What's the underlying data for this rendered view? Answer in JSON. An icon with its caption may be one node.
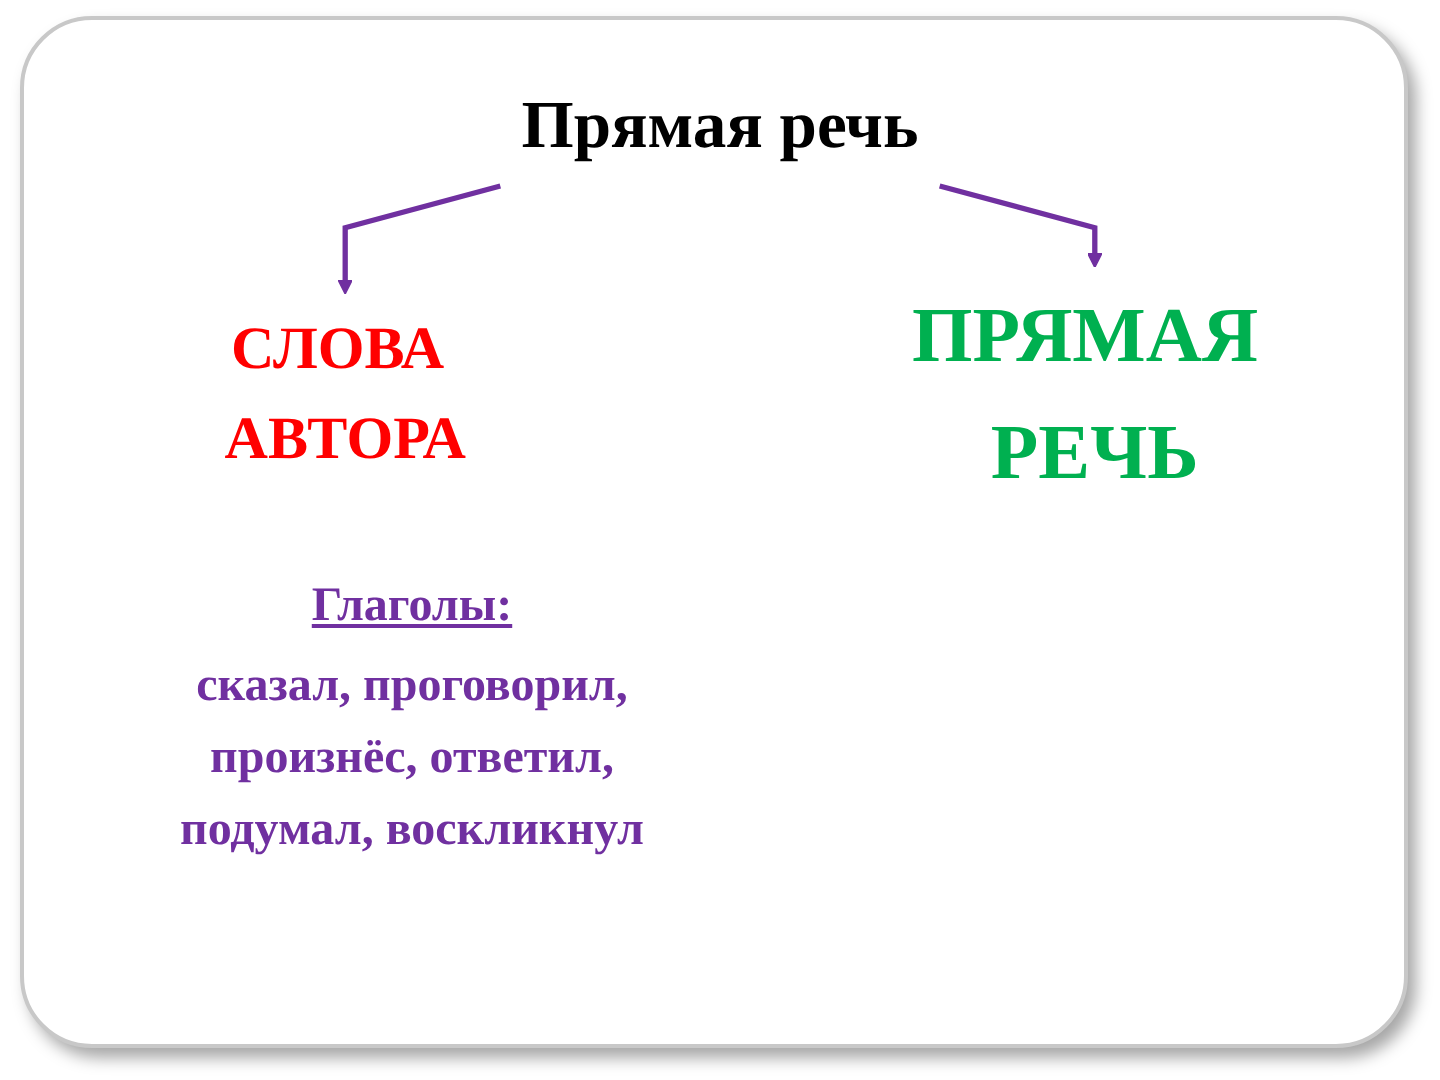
{
  "diagram": {
    "nodes": [
      {
        "text": [
          "Прямая речь"
        ]
      },
      {
        "text": [
          "СЛОВА АВТОРА"
        ]
      },
      {
        "text": [
          "ПРЯМАЯ РЕЧЬ"
        ]
      }
    ],
    "edges": [
      {
        "from": 0,
        "to": 1,
        "arrow": "to"
      },
      {
        "from": 0,
        "to": 2,
        "arrow": "to"
      }
    ],
    "labels": [
      "Глаголы:",
      "сказал, проговорил, произнёс, ответил, подумал, воскликнул"
    ]
  }
}
